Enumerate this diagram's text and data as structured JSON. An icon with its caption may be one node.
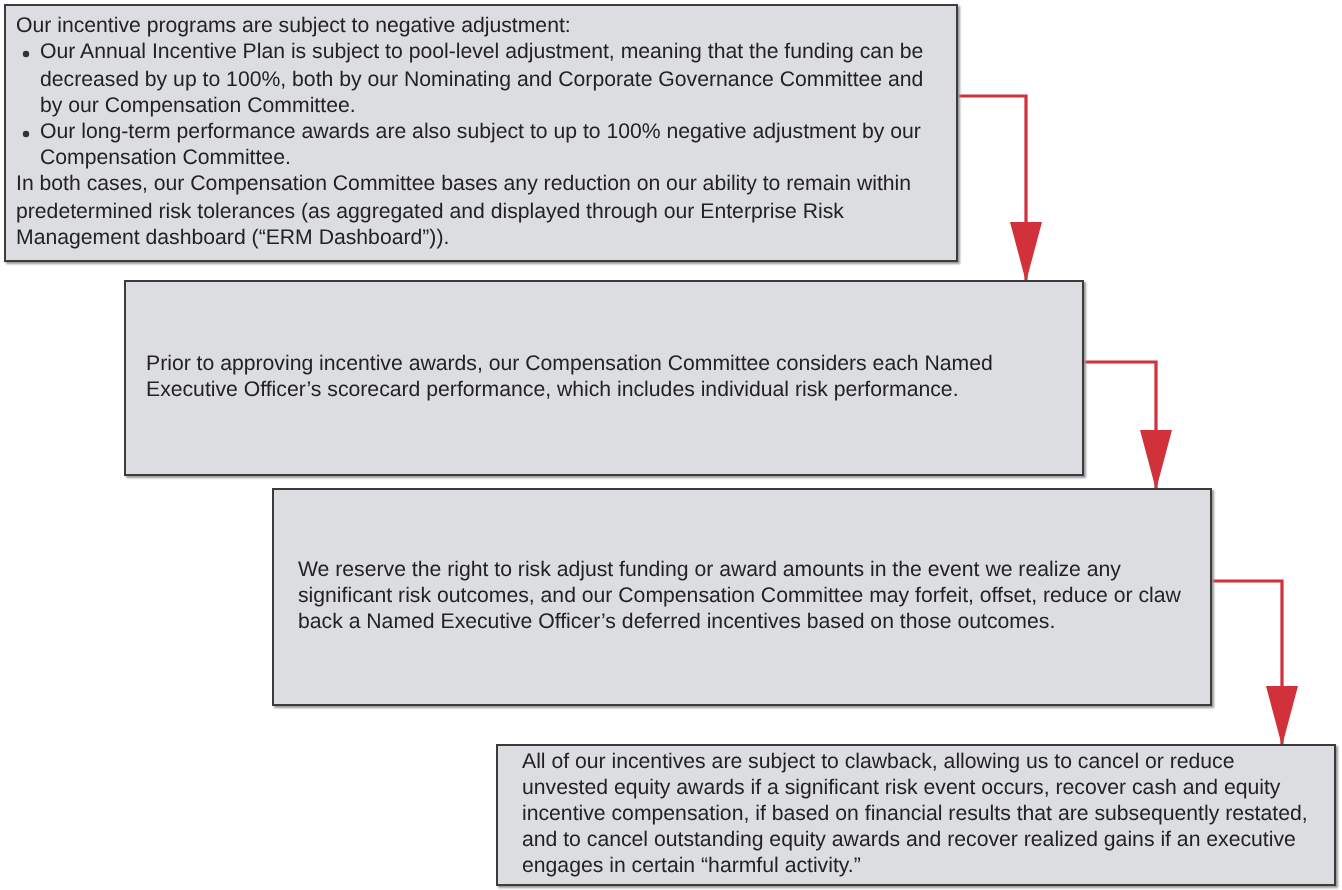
{
  "diagram": {
    "nodes": [
      {
        "text": [
          "Our incentive programs are subject to negative adjustment:",
          "Our Annual Incentive Plan is subject to pool-level adjustment, meaning that the funding can be decreased by up to 100%, both by our Nominating and Corporate Governance Committee and by our Compensation Committee.",
          "Our long-term performance awards are also subject to up to 100% negative adjustment by our Compensation Committee.",
          "In both cases, our Compensation Committee bases any reduction on our ability to remain within predetermined risk tolerances (as aggregated and displayed through our Enterprise Risk Management dashboard (“ERM Dashboard”))."
        ]
      },
      {
        "text": [
          "Prior to approving incentive awards, our Compensation Committee considers each Named Executive Officer’s scorecard performance, which includes individual risk performance."
        ]
      },
      {
        "text": [
          "We reserve the right to risk adjust funding or award amounts in the event we realize any significant risk outcomes, and our Compensation Committee may forfeit, offset, reduce or claw back a Named Executive Officer’s deferred incentives based on those outcomes."
        ]
      },
      {
        "text": [
          "All of our incentives are subject to clawback, allowing us to cancel or reduce unvested equity awards if a significant risk event occurs, recover cash and equity incentive compensation, if based on financial results that are subsequently restated, and to cancel outstanding equity awards and recover realized gains if an executive engages in certain “harmful activity.”"
        ]
      }
    ],
    "edges": [
      {
        "from": 0,
        "to": 1,
        "arrow": "to"
      },
      {
        "from": 1,
        "to": 2,
        "arrow": "to"
      },
      {
        "from": 2,
        "to": 3,
        "arrow": "to"
      }
    ]
  }
}
